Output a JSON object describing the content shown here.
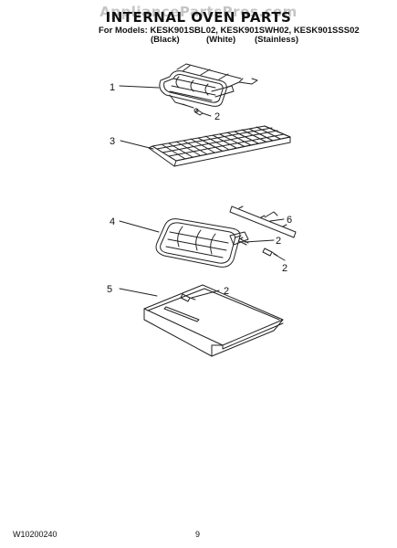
{
  "watermark": "AppliancePartsPros.com",
  "title": "INTERNAL OVEN PARTS",
  "models_line": "For Models: KESK901SBL02, KESK901SWH02, KESK901SSS02",
  "variants": {
    "black": "(Black)",
    "white": "(White)",
    "stainless": "(Stainless)"
  },
  "callouts": [
    "1",
    "2",
    "3",
    "4",
    "2",
    "6",
    "2",
    "5",
    "2"
  ],
  "footer": {
    "doc_number": "W10200240",
    "page_number": "9"
  }
}
